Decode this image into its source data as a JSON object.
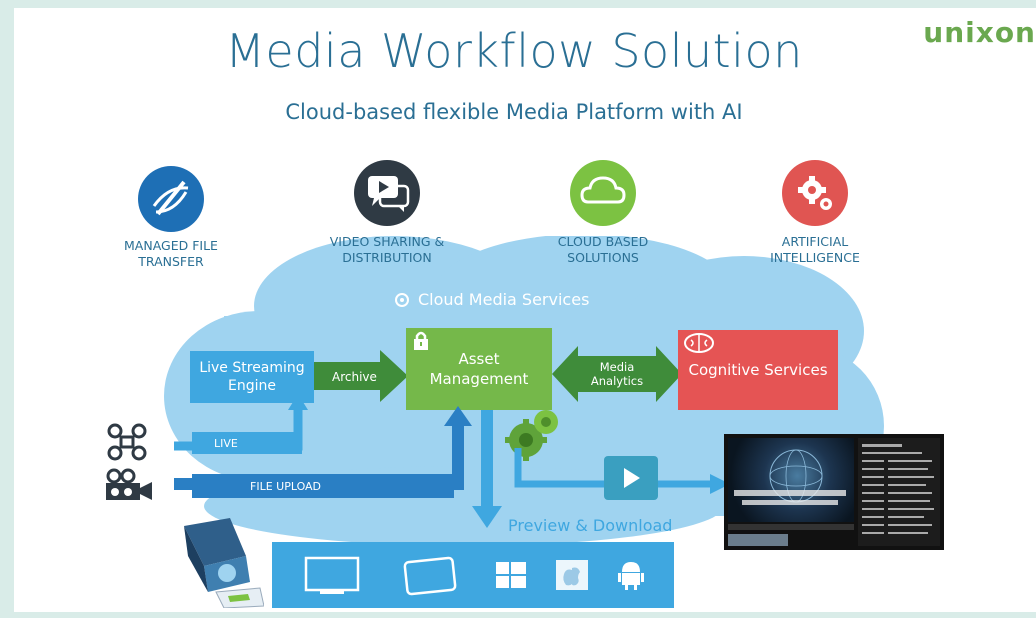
{
  "header": {
    "title": "Media Workflow Solution",
    "subtitle": "Cloud-based flexible Media Platform with AI",
    "logo": "unixon"
  },
  "categories": [
    {
      "label_line1": "MANAGED FILE",
      "label_line2": "TRANSFER",
      "icon": "managed-transfer-icon",
      "color": "#1e6fb5"
    },
    {
      "label_line1": "VIDEO SHARING &",
      "label_line2": "DISTRIBUTION",
      "icon": "chat-play-icon",
      "color": "#2f3a44"
    },
    {
      "label_line1": "CLOUD BASED",
      "label_line2": "SOLUTIONS",
      "icon": "cloud-icon",
      "color": "#7cc242"
    },
    {
      "label_line1": "ARTIFICIAL",
      "label_line2": "INTELLIGENCE",
      "icon": "gears-icon",
      "color": "#e05552"
    }
  ],
  "cloud": {
    "label": "Cloud Media Services"
  },
  "boxes": {
    "live_streaming_line1": "Live Streaming",
    "live_streaming_line2": "Engine",
    "archive": "Archive",
    "asset_line1": "Asset",
    "asset_line2": "Management",
    "media_analytics_line1": "Media",
    "media_analytics_line2": "Analytics",
    "cognitive": "Cognitive Services"
  },
  "inputs": {
    "live": "LIVE",
    "file_upload": "FILE UPLOAD"
  },
  "preview": {
    "label": "Preview & Download"
  },
  "colors": {
    "cloud": "#9fd3f0",
    "blue_box": "#3fa7e0",
    "green_box": "#75b84a",
    "dark_green": "#3f8c3a",
    "red_box": "#e55454",
    "device_bar": "#3fa7e0"
  }
}
